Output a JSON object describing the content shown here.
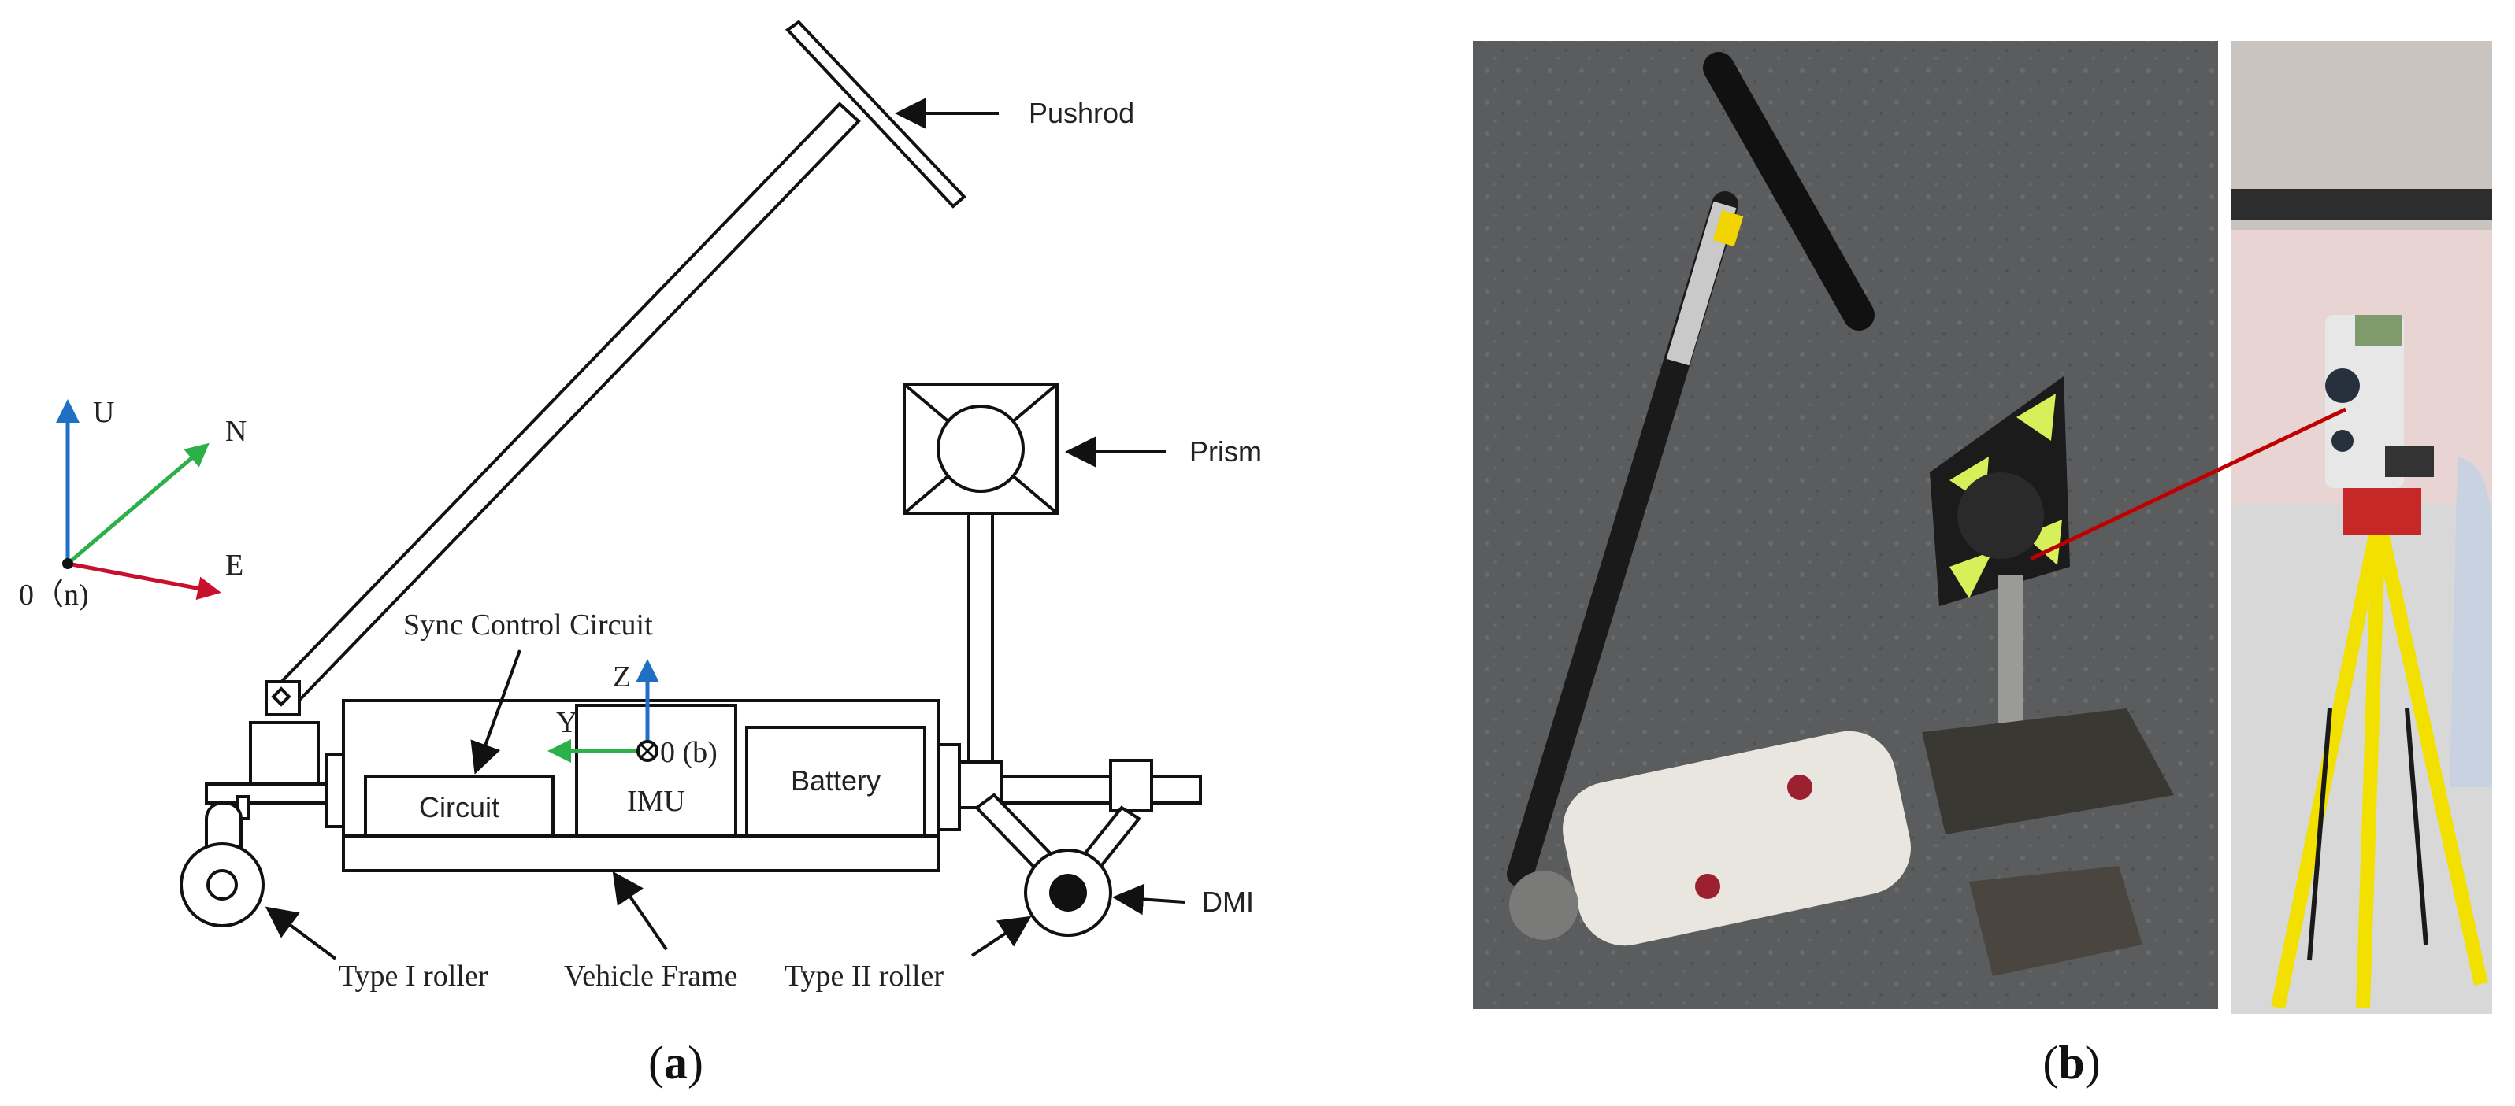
{
  "panel_a": {
    "caption_open": "(",
    "caption_letter": "a",
    "caption_close": ")",
    "axes_n": {
      "U": "U",
      "N": "N",
      "E": "E",
      "origin": "0（n)"
    },
    "axes_b": {
      "Z": "Z",
      "Y": "Y",
      "origin": "0 (b)"
    },
    "labels": {
      "pushrod": "Pushrod",
      "prism": "Prism",
      "sync_control_circuit": "Sync Control Circuit",
      "circuit": "Circuit",
      "imu": "IMU",
      "battery": "Battery",
      "dmi": "DMI",
      "type1_roller": "Type I roller",
      "vehicle_frame": "Vehicle Frame",
      "type2_roller": "Type II roller"
    },
    "colors": {
      "U": "#1f6fc4",
      "N": "#2bb04a",
      "E": "#c8102e",
      "Z": "#1f6fc4",
      "Y": "#2bb04a"
    }
  },
  "panel_b": {
    "caption_open": "(",
    "caption_letter": "b",
    "caption_close": ")",
    "photo_left_desc": "trolley-photo",
    "photo_right_desc": "total-station-photo",
    "link_color": "#c00000"
  }
}
